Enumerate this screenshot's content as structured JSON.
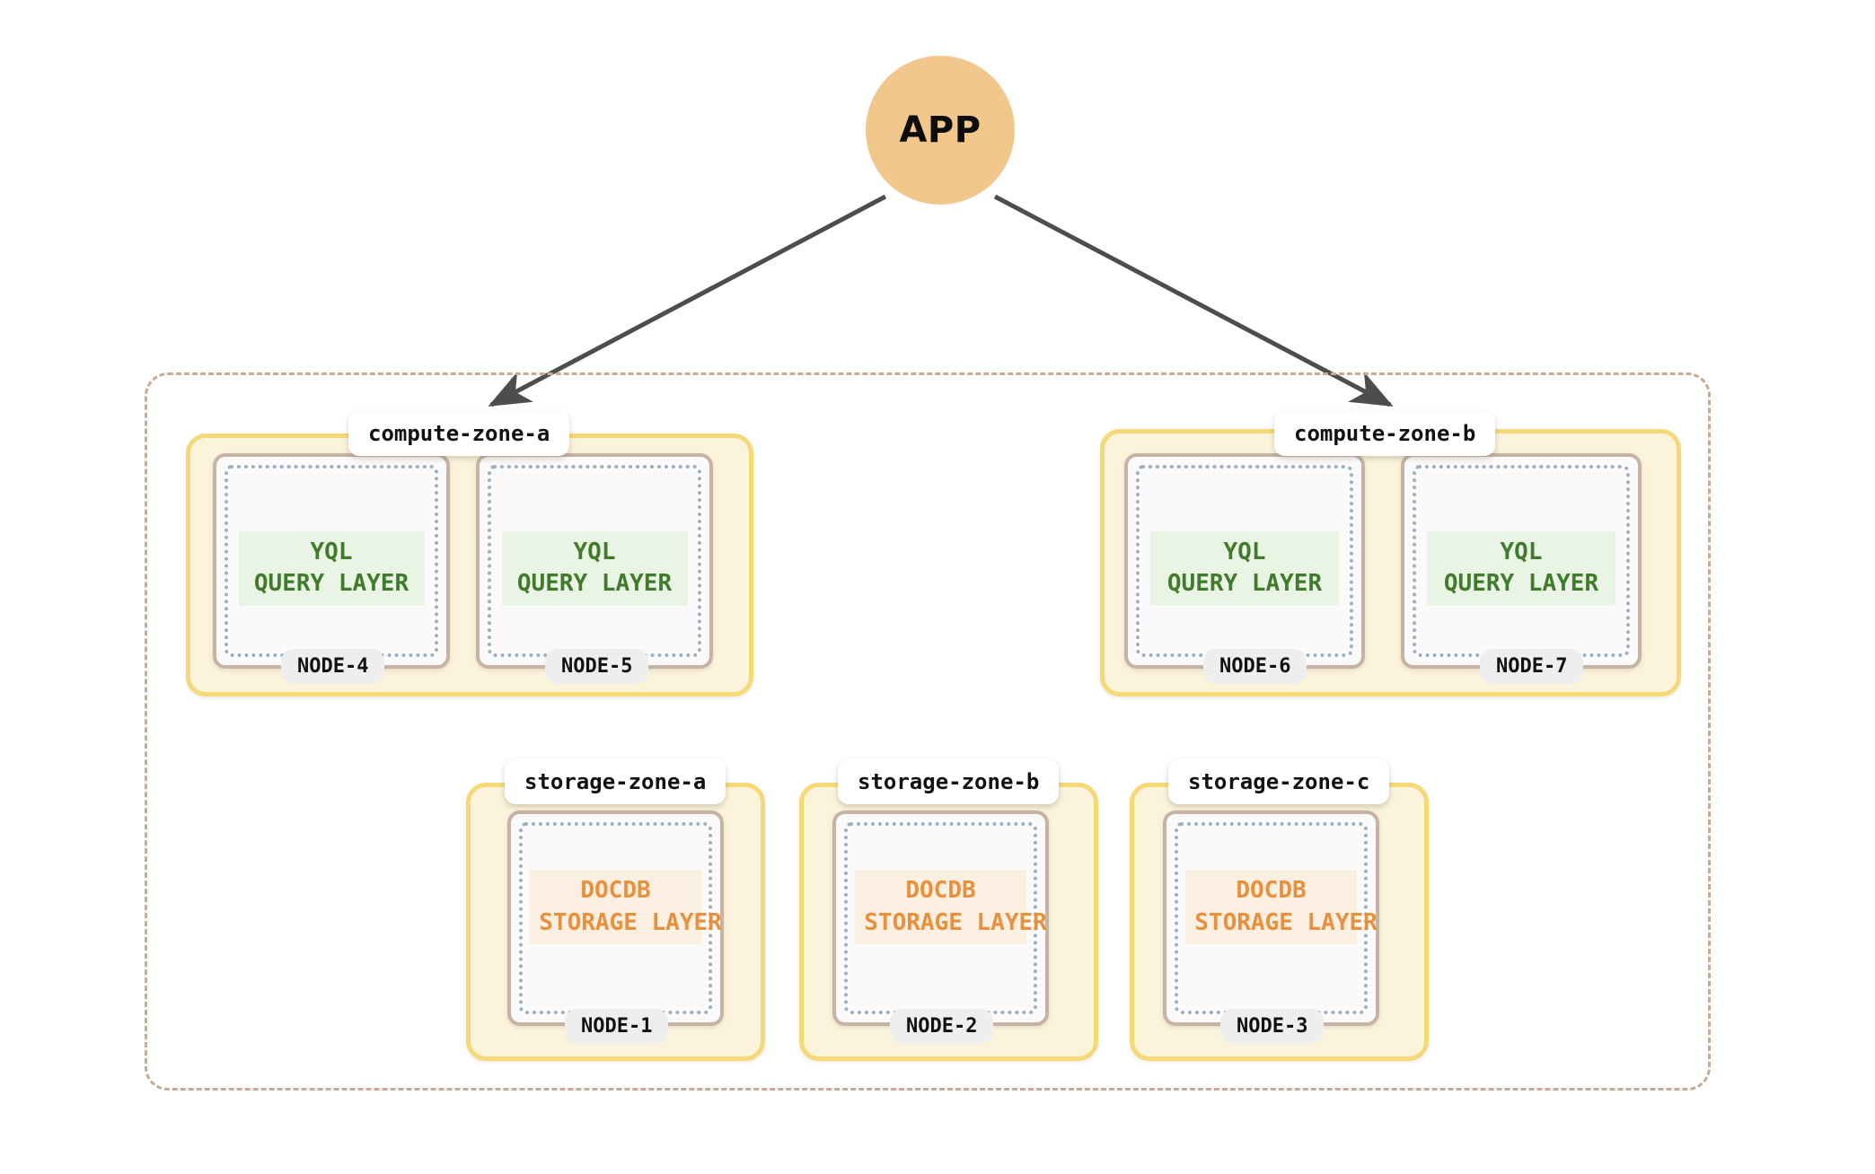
{
  "diagram": {
    "title": "YugabyteDB deployment topology",
    "colors": {
      "app_fill": "#f2c78c",
      "zone_fill": "#fbf3da",
      "zone_border": "#f5d978",
      "node_border": "#c7b3a6",
      "node_inner_dotted": "#9db0bf",
      "outline_dashed": "#c7ab96",
      "yql_bg": "#eaf4e5",
      "yql_text": "#3f7b2b",
      "docdb_bg": "#fbefe2",
      "docdb_text": "#e8913c",
      "arrow": "#4d4d4d",
      "pill_bg": "#eeeeee"
    }
  },
  "app": {
    "label": "APP"
  },
  "arrows": [
    {
      "name": "app-to-compute-zone-a",
      "from": "APP",
      "to": "compute-zone-a"
    },
    {
      "name": "app-to-compute-zone-b",
      "from": "APP",
      "to": "compute-zone-b"
    }
  ],
  "zones": [
    {
      "id": "compute-zone-a",
      "label": "compute-zone-a",
      "kind": "compute",
      "nodes": [
        {
          "pill": "NODE-4",
          "layer_line1": "YQL",
          "layer_line2": "QUERY LAYER"
        },
        {
          "pill": "NODE-5",
          "layer_line1": "YQL",
          "layer_line2": "QUERY LAYER"
        }
      ]
    },
    {
      "id": "compute-zone-b",
      "label": "compute-zone-b",
      "kind": "compute",
      "nodes": [
        {
          "pill": "NODE-6",
          "layer_line1": "YQL",
          "layer_line2": "QUERY LAYER"
        },
        {
          "pill": "NODE-7",
          "layer_line1": "YQL",
          "layer_line2": "QUERY LAYER"
        }
      ]
    },
    {
      "id": "storage-zone-a",
      "label": "storage-zone-a",
      "kind": "storage",
      "nodes": [
        {
          "pill": "NODE-1",
          "layer_line1": "DOCDB",
          "layer_line2": "STORAGE LAYER"
        }
      ]
    },
    {
      "id": "storage-zone-b",
      "label": "storage-zone-b",
      "kind": "storage",
      "nodes": [
        {
          "pill": "NODE-2",
          "layer_line1": "DOCDB",
          "layer_line2": "STORAGE LAYER"
        }
      ]
    },
    {
      "id": "storage-zone-c",
      "label": "storage-zone-c",
      "kind": "storage",
      "nodes": [
        {
          "pill": "NODE-3",
          "layer_line1": "DOCDB",
          "layer_line2": "STORAGE LAYER"
        }
      ]
    }
  ]
}
